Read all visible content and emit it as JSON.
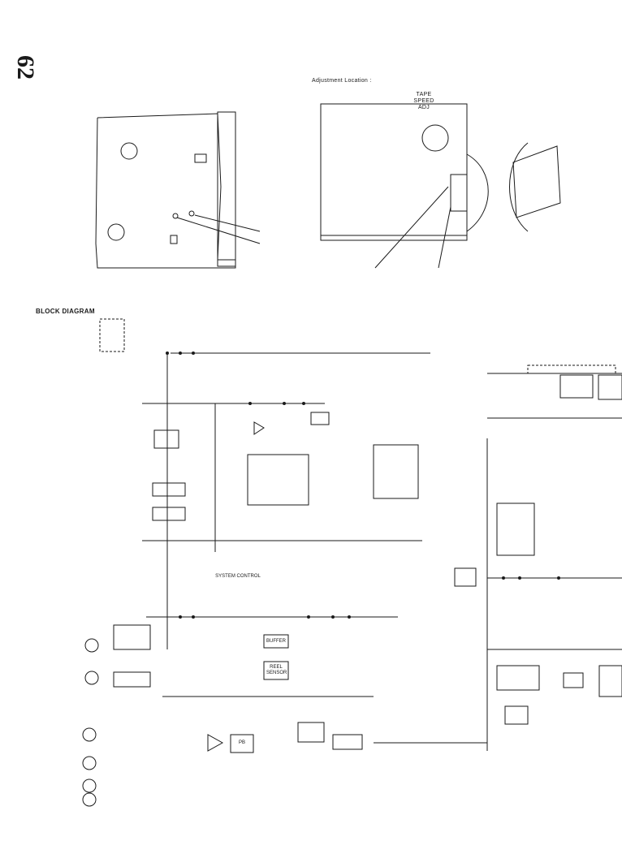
{
  "page": {
    "number": "62"
  },
  "adjustment": {
    "heading": "Adjustment Location :",
    "tape_speed": [
      "TAPE SPEED",
      "ADJ"
    ]
  },
  "block_diagram": {
    "heading": "BLOCK DIAGRAM",
    "labels": {
      "buffer": "BUFFER",
      "reel_sensor": [
        "REEL",
        "SENSOR"
      ],
      "system_control": [
        "SYSTEM CONTROL"
      ],
      "pb_amp": "PB"
    }
  }
}
